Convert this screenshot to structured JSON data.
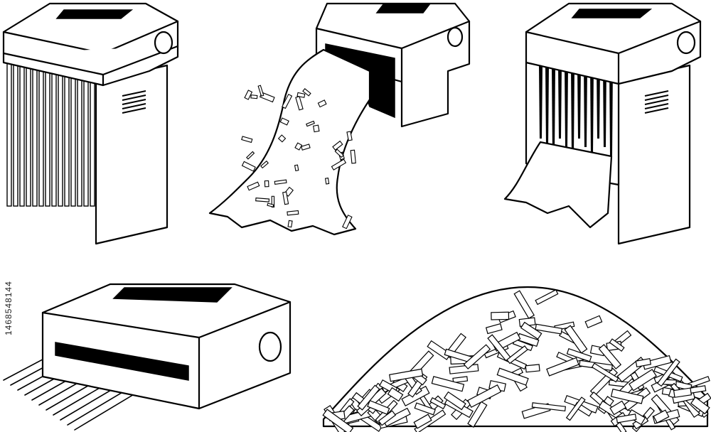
{
  "image": {
    "description_id": "1468548144",
    "colors": {
      "ink": "#000000",
      "paper": "#ffffff"
    },
    "figures": [
      "shredder-front-strips",
      "shredder-paper-waterfall",
      "shredder-ragged-strips",
      "shredder-side-strips",
      "shredded-paper-pile"
    ]
  }
}
